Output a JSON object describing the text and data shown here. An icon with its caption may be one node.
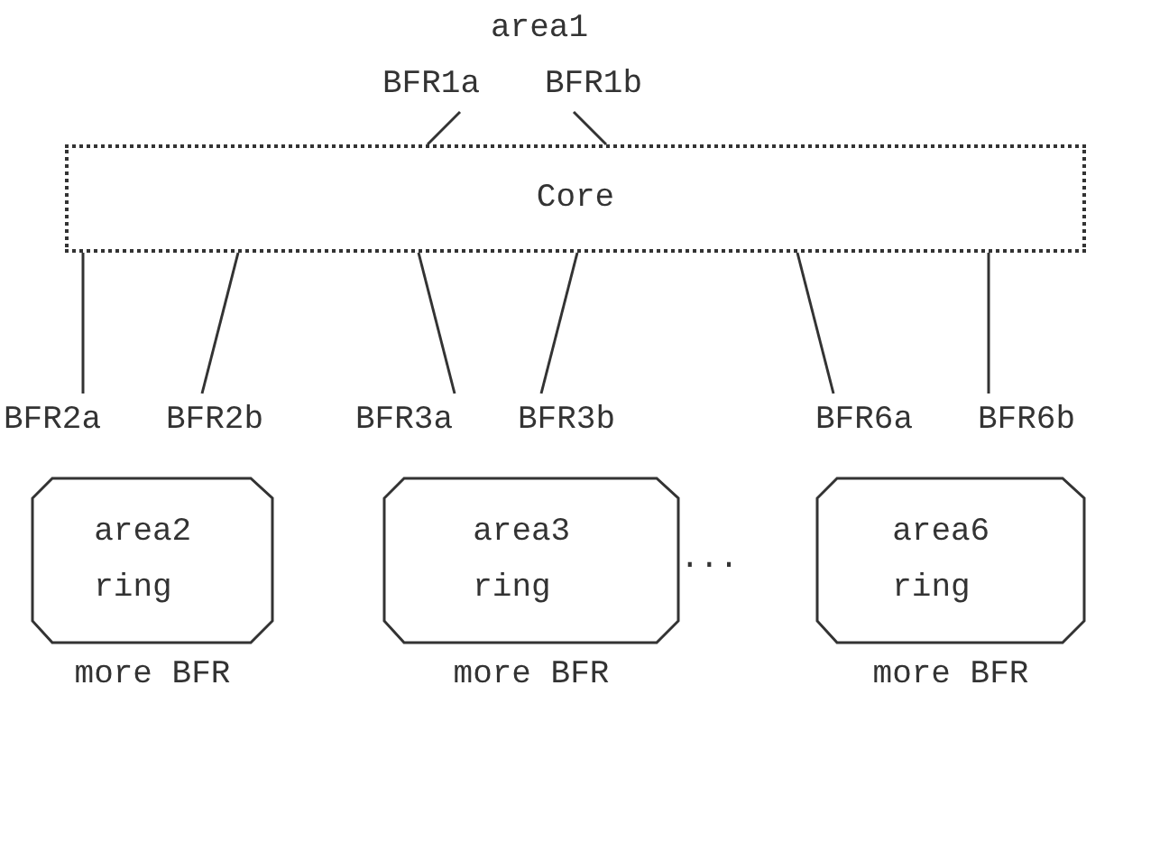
{
  "diagram": {
    "nodes": [
      {
        "text": [
          "BFR1a"
        ]
      },
      {
        "text": [
          "BFR1b"
        ]
      },
      {
        "text": [
          "Core"
        ]
      },
      {
        "text": [
          "BFR2a"
        ]
      },
      {
        "text": [
          "BFR2b"
        ]
      },
      {
        "text": [
          "area2 ring"
        ],
        "beside": [
          "more BFR"
        ]
      },
      {
        "text": [
          "BFR3a"
        ]
      },
      {
        "text": [
          "BFR3b"
        ]
      },
      {
        "text": [
          "area3 ring"
        ],
        "beside": [
          "more BFR"
        ]
      },
      {
        "text": [
          "BFR6a"
        ]
      },
      {
        "text": [
          "BFR6b"
        ]
      },
      {
        "text": [
          "area6 ring"
        ],
        "beside": [
          "more BFR"
        ]
      }
    ],
    "edges": [
      {
        "from": 0,
        "to": 2,
        "arrow": "none"
      },
      {
        "from": 1,
        "to": 2,
        "arrow": "none"
      },
      {
        "from": 3,
        "to": 2,
        "arrow": "none"
      },
      {
        "from": 4,
        "to": 2,
        "arrow": "none"
      },
      {
        "from": 6,
        "to": 2,
        "arrow": "none"
      },
      {
        "from": 7,
        "to": 2,
        "arrow": "none"
      },
      {
        "from": 9,
        "to": 2,
        "arrow": "none"
      },
      {
        "from": 10,
        "to": 2,
        "arrow": "none"
      }
    ],
    "labels": [
      "area1",
      "..."
    ]
  }
}
